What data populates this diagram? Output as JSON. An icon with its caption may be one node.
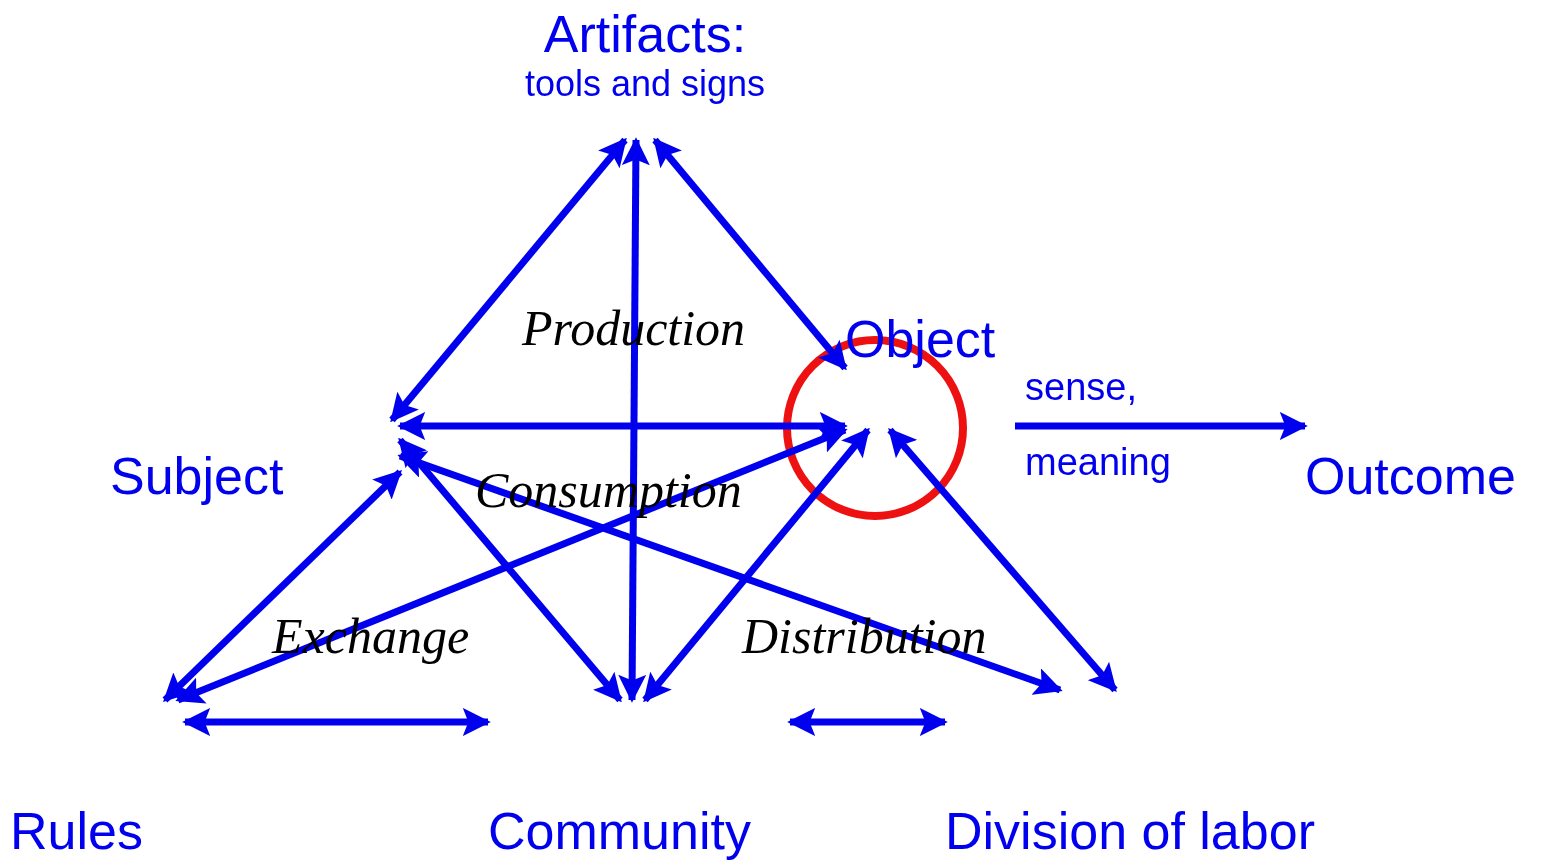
{
  "diagram": {
    "nodes": [
      {
        "text": [
          "Artifacts:",
          "tools and signs"
        ]
      },
      {
        "text": [
          "Subject"
        ]
      },
      {
        "text": [
          "Object"
        ],
        "beside": [
          "sense, meaning"
        ]
      },
      {
        "text": [
          "Outcome"
        ]
      },
      {
        "text": [
          "Rules"
        ]
      },
      {
        "text": [
          "Community"
        ]
      },
      {
        "text": [
          "Division of labor"
        ]
      }
    ],
    "edges": [
      {
        "from": 0,
        "to": 1,
        "arrow": "both"
      },
      {
        "from": 0,
        "to": 5,
        "arrow": "both"
      },
      {
        "from": 0,
        "to": 2,
        "arrow": "both"
      },
      {
        "from": 1,
        "to": 2,
        "arrow": "both"
      },
      {
        "from": 2,
        "to": 3,
        "arrow": "to"
      },
      {
        "from": 1,
        "to": 4,
        "arrow": "both"
      },
      {
        "from": 1,
        "to": 5,
        "arrow": "both"
      },
      {
        "from": 1,
        "to": 6,
        "arrow": "both"
      },
      {
        "from": 4,
        "to": 2,
        "arrow": "both"
      },
      {
        "from": 5,
        "to": 2,
        "arrow": "both"
      },
      {
        "from": 2,
        "to": 6,
        "arrow": "both"
      },
      {
        "from": 4,
        "to": 5,
        "arrow": "both"
      },
      {
        "from": 5,
        "to": 6,
        "arrow": "both"
      }
    ],
    "labels": [
      "Production",
      "Consumption",
      "Exchange",
      "Distribution"
    ]
  }
}
